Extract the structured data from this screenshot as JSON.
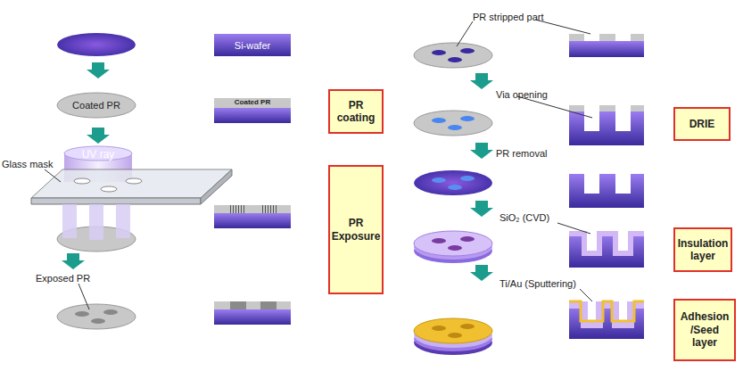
{
  "diagram": {
    "nodes": [
      {
        "text": [
          "PR coating"
        ]
      },
      {
        "text": [
          "PR Exposure"
        ]
      },
      {
        "text": [
          "DRIE"
        ]
      },
      {
        "text": [
          "Insulation layer"
        ]
      },
      {
        "text": [
          "Adhesion /Seed layer"
        ]
      }
    ],
    "labels": [
      "Si-wafer",
      "Coated PR",
      "Coated PR",
      "UV ray",
      "Glass mask",
      "Exposed PR",
      "PR stripped part",
      "Via opening",
      "PR removal",
      "SiO₂ (CVD)",
      "Ti/Au (Sputtering)"
    ]
  }
}
